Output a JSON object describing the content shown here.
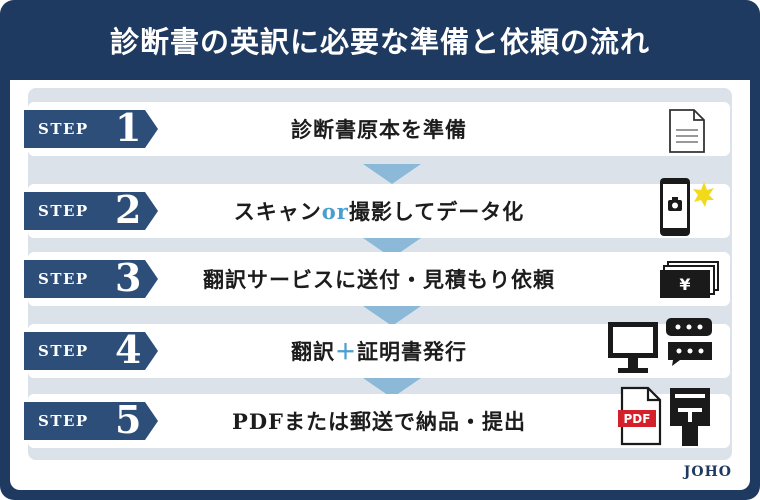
{
  "title": "診断書の英訳に必要な準備と依頼の流れ",
  "step_word": "STEP",
  "steps": [
    {
      "number": "1",
      "text": "診断書原本を準備",
      "icon": "document-icon"
    },
    {
      "number": "2",
      "text_before": "スキャン",
      "text_accent": "or",
      "text_after": "撮影してデータ化",
      "icon": "smartphone-camera-icon"
    },
    {
      "number": "3",
      "text": "翻訳サービスに送付・見積もり依頼",
      "icon": "yen-banknotes-icon",
      "icon_label": "¥"
    },
    {
      "number": "4",
      "text_before": "翻訳",
      "text_accent": "＋",
      "text_after": "証明書発行",
      "icon": "monitor-chat-icon"
    },
    {
      "number": "5",
      "text": "PDFまたは郵送で納品・提出",
      "icon": "pdf-mailbox-icon",
      "icon_label": "PDF"
    }
  ],
  "logo": "JOHO",
  "colors": {
    "navy": "#1f3a60",
    "step_tag": "#2c4e78",
    "accent": "#4a9fd0",
    "arrow": "#8cb9d8",
    "panel": "#dbe2ea"
  }
}
